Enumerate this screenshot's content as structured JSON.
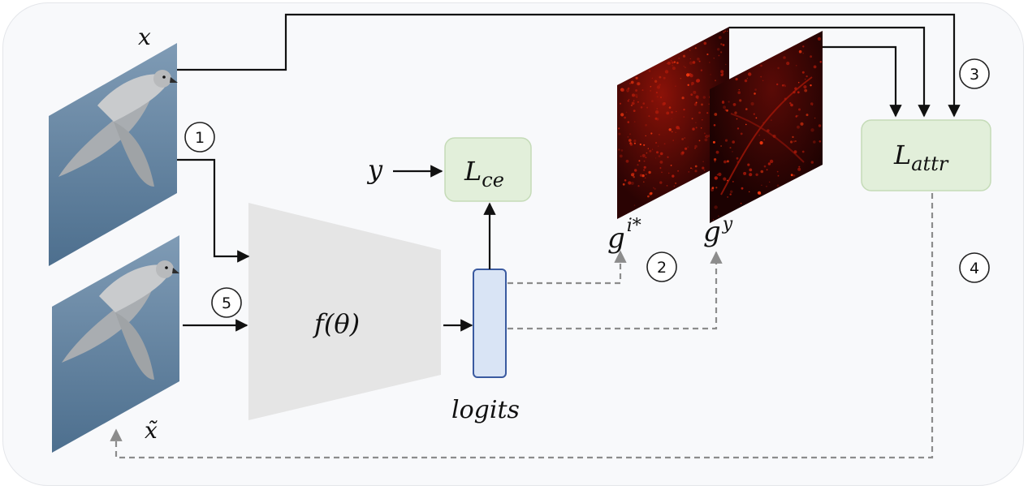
{
  "labels": {
    "x": "x",
    "x_tilde": "x̃",
    "y": "y",
    "l_ce_main": "L",
    "l_ce_sub": "ce",
    "l_attr_main": "L",
    "l_attr_sub": "attr",
    "model": "f(θ)",
    "logits": "logits",
    "g_istar_base": "g",
    "g_istar_sup": "i*",
    "g_y_base": "g",
    "g_y_sup": "y"
  },
  "steps": [
    "1",
    "2",
    "3",
    "4",
    "5"
  ],
  "colors": {
    "loss_box_fill": "#e2efda",
    "loss_box_stroke": "#c5dbb8",
    "model_fill": "#e5e5e5",
    "logits_fill": "#d9e4f5",
    "logits_stroke": "#3a5aa0",
    "solid_arrow": "#111111",
    "dashed_arrow": "#8c8c8c",
    "heatmap_base": "#3b0505",
    "heatmap_hot": "#ff2a00",
    "bird_sky": "#5d7f9c"
  }
}
